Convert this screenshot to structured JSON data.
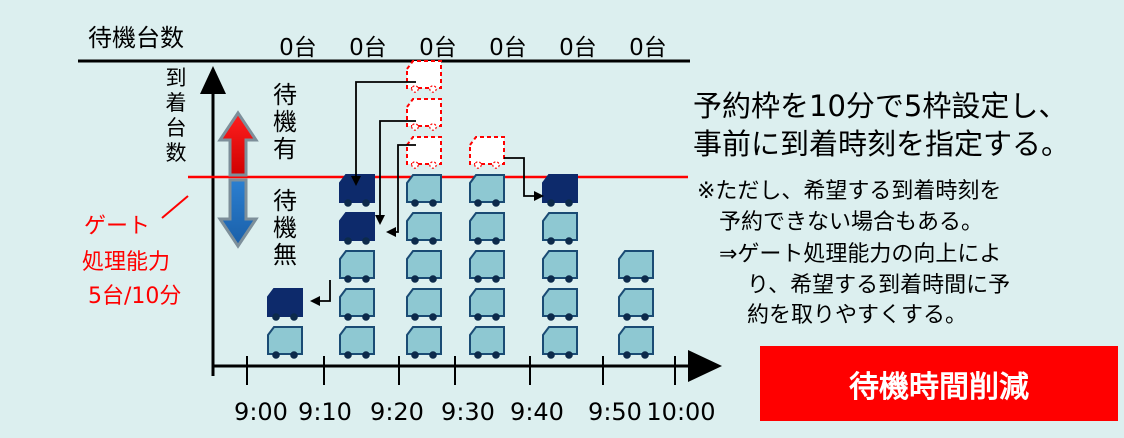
{
  "y_axis_label": "待機台数",
  "vertical_axis_label": "到着台数",
  "waiting_counts": [
    "0台",
    "0台",
    "0台",
    "0台",
    "0台",
    "0台"
  ],
  "time_ticks": [
    "9:00",
    "9:10",
    "9:20",
    "9:30",
    "9:40",
    "9:50",
    "10:00"
  ],
  "with_wait": "待機有",
  "without_wait": "待機無",
  "gate": {
    "line1": "ゲート",
    "line2": "処理能力",
    "line3": "5台/10分"
  },
  "notes": {
    "main_line1": "予約枠を10分で5枠設定し、",
    "main_line2": "事前に到着時刻を指定する。",
    "sub_line1": "※ただし、希望する到着時刻を",
    "sub_line2": "予約できない場合もある。",
    "sub_line3": "⇒ゲート処理能力の向上によ",
    "sub_line4": "り、希望する到着時間に予",
    "sub_line5": "約を取りやすくする。"
  },
  "result_label": "待機時間削減",
  "colors": {
    "background": "#dcefef",
    "truck_light": "#8ec8d2",
    "truck_dark": "#0d2a6b",
    "gate_line": "#ff0000",
    "result_bg": "#ff0000"
  }
}
